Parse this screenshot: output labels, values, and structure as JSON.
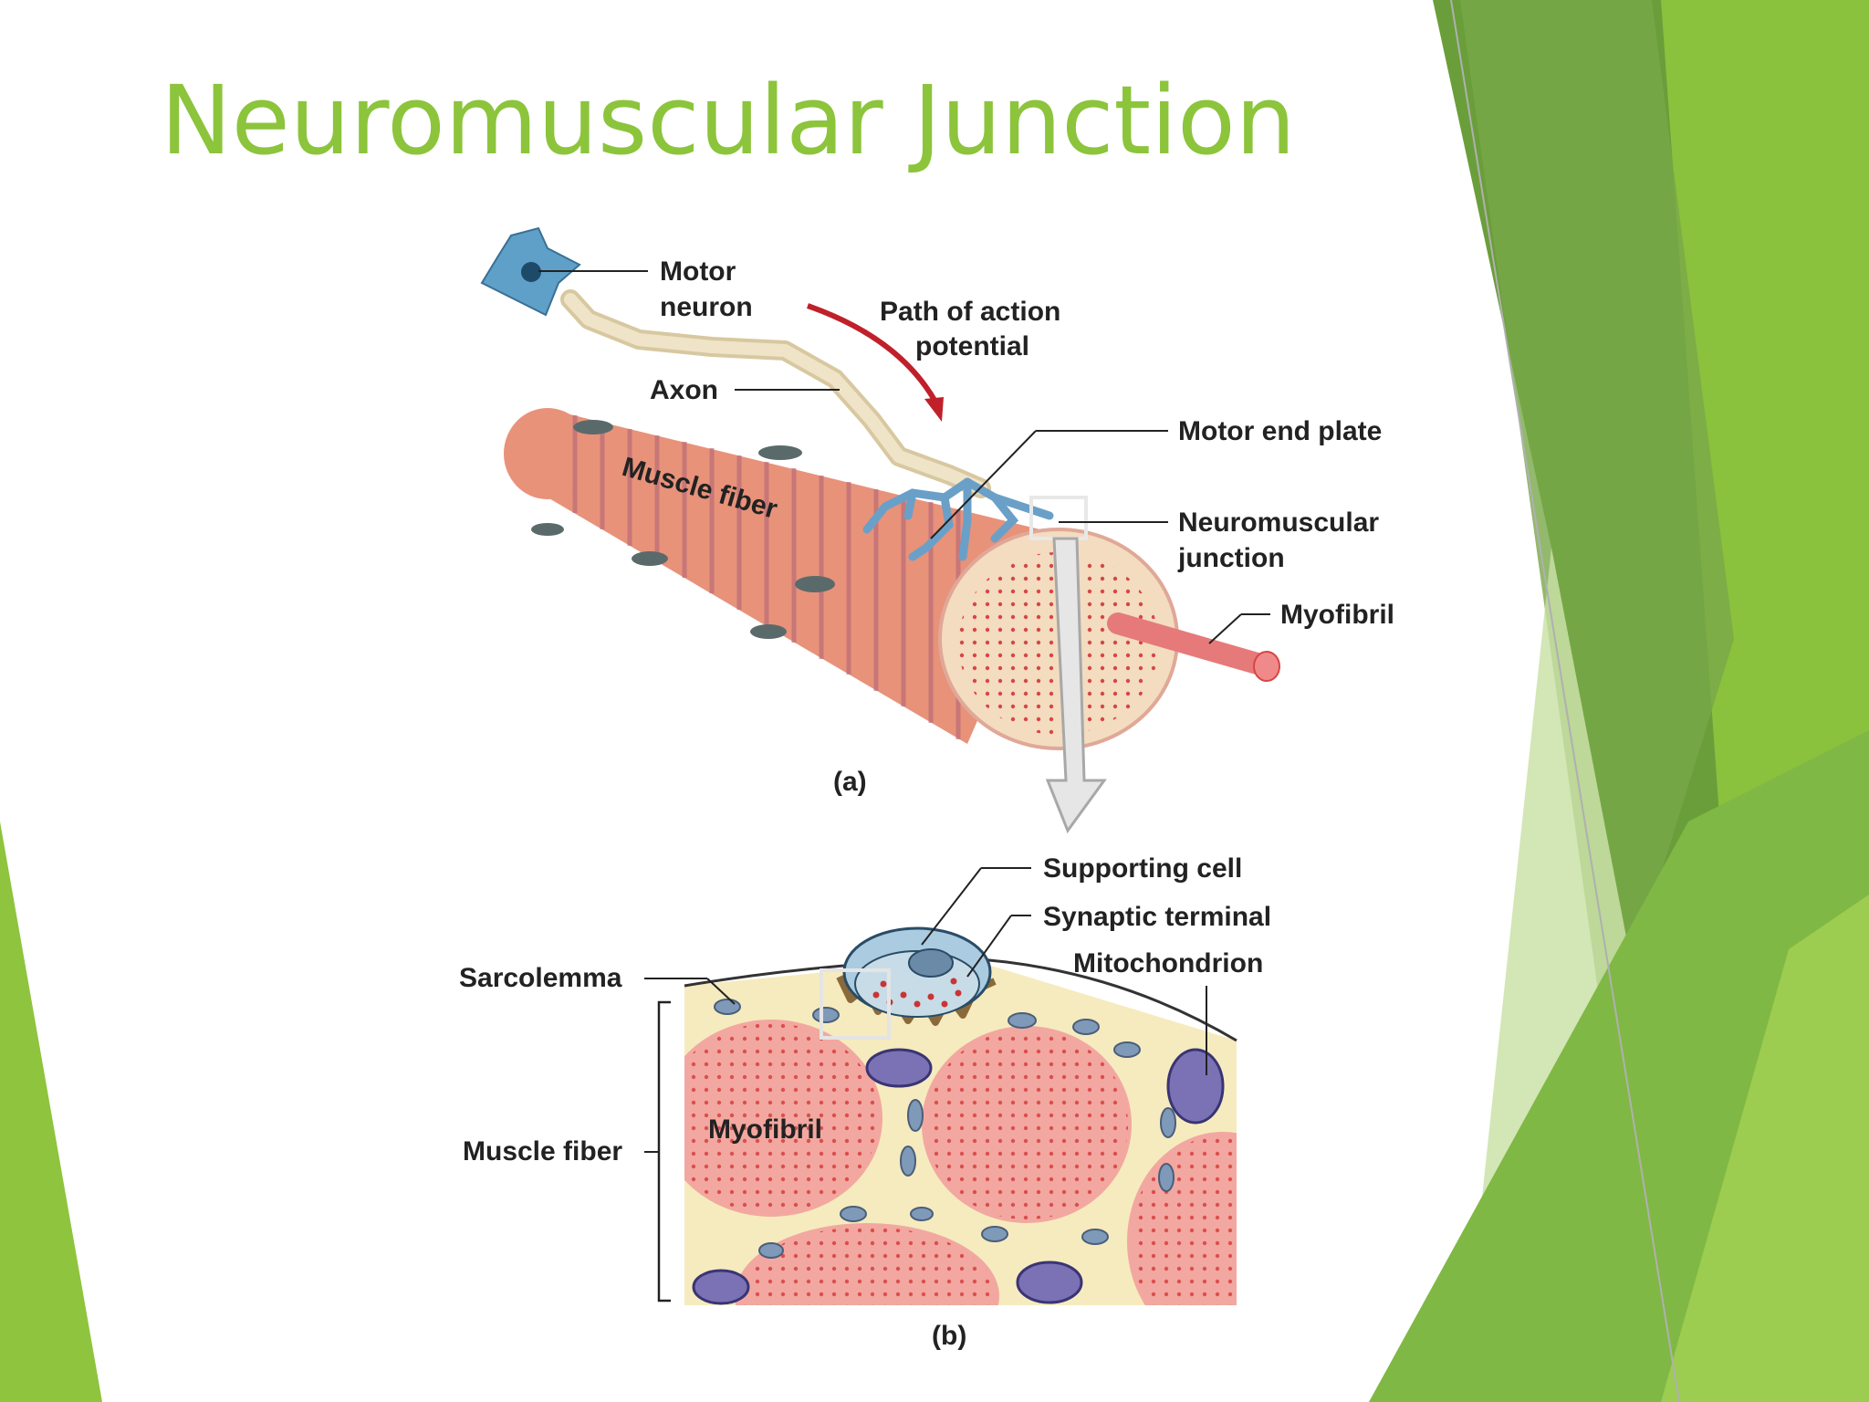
{
  "slide": {
    "title": "Neuromuscular Junction",
    "colors": {
      "title": "#8cc43c",
      "accent_dark": "#6a9e3a",
      "accent_light": "#9ccc50"
    }
  },
  "figure_a": {
    "labels": {
      "motor_neuron_1": "Motor",
      "motor_neuron_2": "neuron",
      "path_1": "Path of action",
      "path_2": "potential",
      "axon": "Axon",
      "muscle_fiber": "Muscle fiber",
      "motor_end_plate": "Motor end plate",
      "nmj_1": "Neuromuscular",
      "nmj_2": "junction",
      "myofibril": "Myofibril"
    },
    "caption": "(a)"
  },
  "figure_b": {
    "labels": {
      "supporting_cell": "Supporting cell",
      "synaptic_terminal": "Synaptic terminal",
      "mitochondrion": "Mitochondrion",
      "sarcolemma": "Sarcolemma",
      "muscle_fiber": "Muscle fiber",
      "myofibril": "Myofibril"
    },
    "caption": "(b)"
  }
}
